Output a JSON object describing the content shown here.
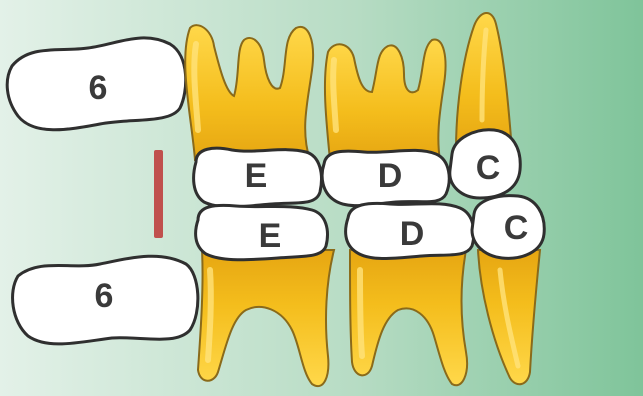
{
  "labels": {
    "upper_first_molar": "6",
    "lower_first_molar": "6",
    "upper_second_primary_molar": "E",
    "upper_first_primary_molar": "D",
    "upper_primary_canine": "C",
    "lower_second_primary_molar": "E",
    "lower_first_primary_molar": "D",
    "lower_primary_canine": "C"
  },
  "colors": {
    "background_left": "#d8ece0",
    "background_right": "#7fc49a",
    "root_fill": "#f4bd1c",
    "root_highlight": "#ffe27a",
    "root_outline": "#8a6a1a",
    "crown_fill": "#ffffff",
    "outline": "#2f2f2f",
    "terminal_plane_marker": "#c0504d"
  }
}
